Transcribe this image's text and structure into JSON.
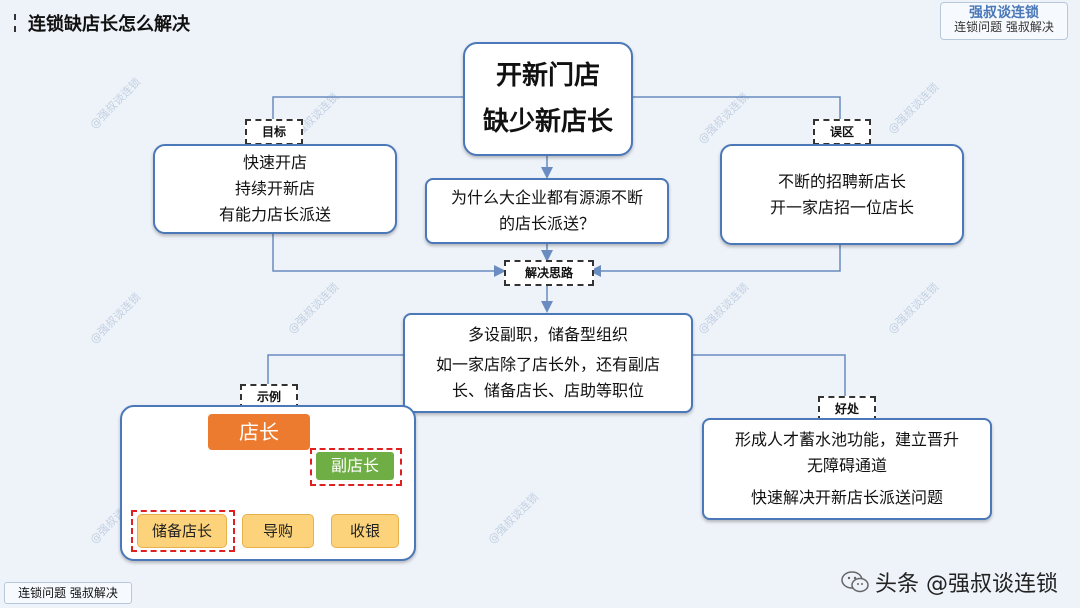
{
  "header": {
    "title": "连锁缺店长怎么解决"
  },
  "brand": {
    "line1": "强叔谈连锁",
    "line2": "连锁问题  强叔解决"
  },
  "center": {
    "line1": "开新门店",
    "line2": "缺少新店长"
  },
  "goal": {
    "tag": "目标",
    "items": [
      "快速开店",
      "持续开新店",
      "有能力店长派送"
    ]
  },
  "mistake": {
    "tag": "误区",
    "items": [
      "不断的招聘新店长",
      "开一家店招一位店长"
    ]
  },
  "question": {
    "line1": "为什么大企业都有源源不断",
    "line2": "的店长派送？"
  },
  "approach_tag": "解决思路",
  "solution": {
    "line1": "多设副职，储备型组织",
    "line2": "如一家店除了店长外，还有副店",
    "line3": "长、储备店长、店助等职位"
  },
  "example": {
    "tag": "示例",
    "manager": "店长",
    "deputy": "副店长",
    "staff": [
      "储备店长",
      "导购",
      "收银"
    ]
  },
  "benefit": {
    "tag": "好处",
    "line1": "形成人才蓄水池功能，建立晋升",
    "line2": "无障碍通道",
    "line3": "快速解决开新店长派送问题"
  },
  "watermark_text": "@强叔谈连锁",
  "footer": {
    "left": "连锁问题  强叔解决",
    "right": "头条 @强叔谈连锁"
  },
  "colors": {
    "accent": "#4a78b8",
    "manager": "#ec7a2f",
    "deputy": "#6fae45",
    "staff": "#fcd37a",
    "highlight": "#e02020"
  }
}
